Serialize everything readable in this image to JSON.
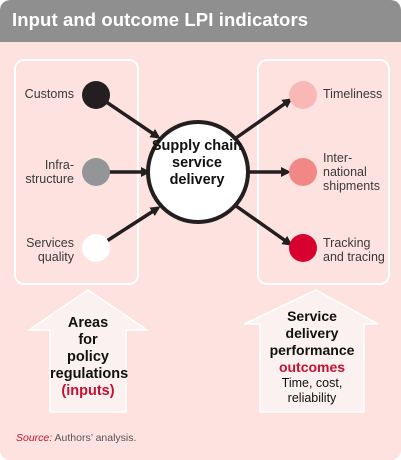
{
  "header": {
    "title": "Input and outcome LPI indicators"
  },
  "inputs": [
    {
      "label": "Customs",
      "color": "#231f20"
    },
    {
      "label": "Infra-\nstructure",
      "color": "#939598"
    },
    {
      "label": "Services\nquality",
      "color": "#ffffff"
    }
  ],
  "center": {
    "label": "Supply chain service delivery"
  },
  "outcomes": [
    {
      "label": "Timeliness",
      "color": "#f9b8b6"
    },
    {
      "label": "Inter-\nnational\nshipments",
      "color": "#f18885"
    },
    {
      "label": "Tracking\nand tracing",
      "color": "#d7002f"
    }
  ],
  "left_arrow": {
    "line1": "Areas",
    "line2": "for",
    "line3": "policy",
    "line4": "regulations",
    "highlight": "(inputs)"
  },
  "right_arrow": {
    "line1": "Service",
    "line2": "delivery",
    "line3": "performance",
    "highlight": "outcomes",
    "line5": "Time, cost,",
    "line6": "reliability"
  },
  "source": {
    "prefix": "Source:",
    "text": " Authors’ analysis."
  },
  "colors": {
    "panel_bg": "#fde2e0",
    "header_bg": "#8f8f8f",
    "accent_red": "#c8102e",
    "box_border": "#ffffff"
  }
}
